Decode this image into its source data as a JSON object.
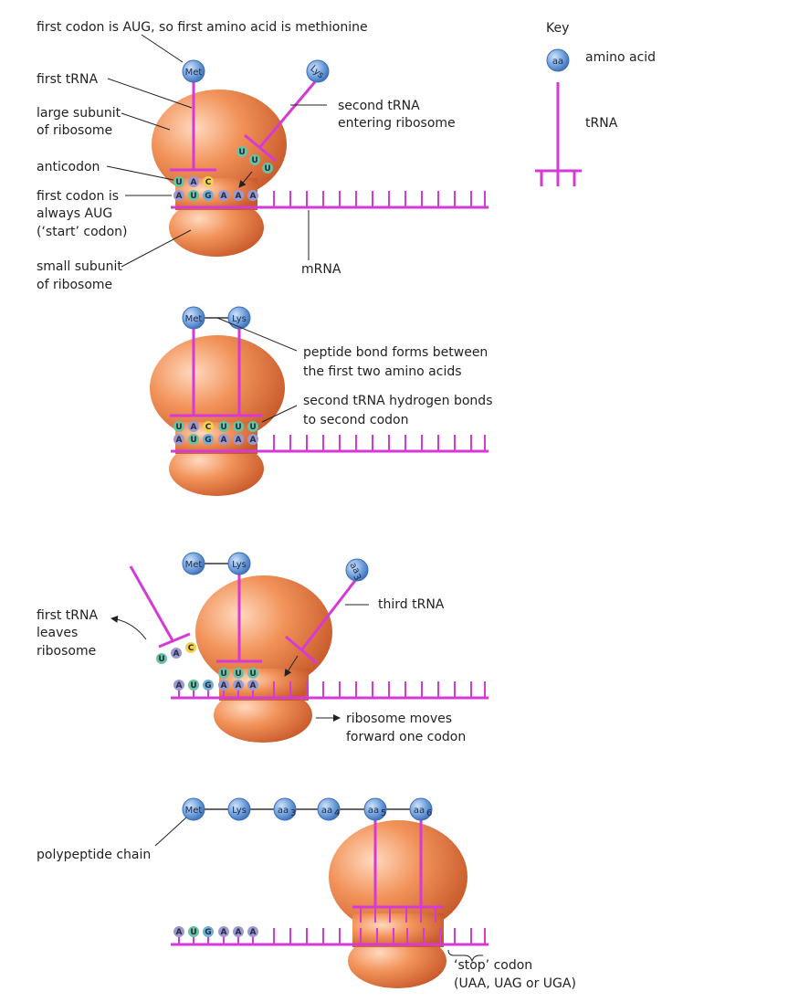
{
  "key": {
    "title": "Key",
    "aa_symbol": "aa",
    "aa_label": "amino acid",
    "trna_label": "tRNA"
  },
  "amino_acids": {
    "met": "Met",
    "lys": "Lys",
    "aa": "aa",
    "sub3": "3",
    "sub4": "4",
    "sub5": "5",
    "sub6": "6"
  },
  "bases": {
    "A": "A",
    "U": "U",
    "G": "G",
    "C": "C"
  },
  "step1": {
    "first_codon_note": "first codon is AUG, so first amino acid is methionine",
    "first_trna": "first tRNA",
    "large_subunit_1": "large subunit",
    "large_subunit_2": "of ribosome",
    "anticodon": "anticodon",
    "first_codon_1": "first codon is",
    "first_codon_2": "always AUG",
    "first_codon_3": "(‘start’ codon)",
    "small_subunit_1": "small subunit",
    "small_subunit_2": "of ribosome",
    "second_trna_1": "second tRNA",
    "second_trna_2": "entering ribosome",
    "mrna": "mRNA"
  },
  "step2": {
    "peptide_bond_1": "peptide bond forms between",
    "peptide_bond_2": "the first two amino acids",
    "hbond_1": "second tRNA hydrogen bonds",
    "hbond_2": "to second codon"
  },
  "step3": {
    "leaves_1": "first tRNA",
    "leaves_2": "leaves",
    "leaves_3": "ribosome",
    "third_trna": "third tRNA",
    "moves_1": "ribosome moves",
    "moves_2": "forward one codon"
  },
  "step4": {
    "polypeptide": "polypeptide chain",
    "stop_1": "‘stop’ codon",
    "stop_2": "(UAA, UAG or UGA)"
  },
  "colors": {
    "strand": "#d63ad6",
    "ribosome": "#e8844a",
    "amino_acid": "#5b8fd0",
    "base_A": "#9a9ad2",
    "base_U": "#67c3a3",
    "base_G": "#6fb0d8",
    "base_C": "#f2d14b"
  }
}
